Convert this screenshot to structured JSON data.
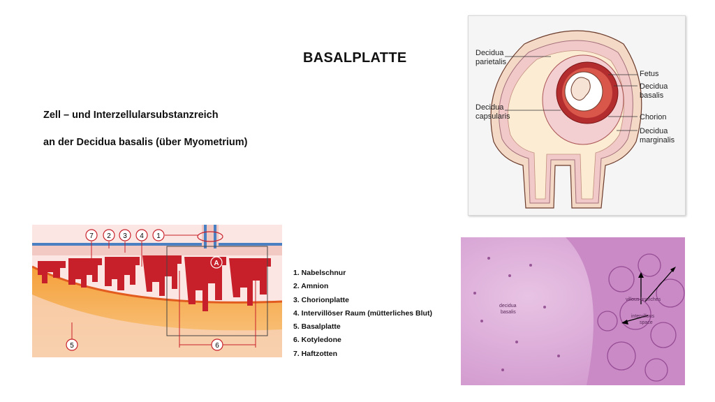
{
  "title": "BASALPLATTE",
  "description": {
    "line1": "Zell – und Interzellularsubstanzreich",
    "line2": "an der Decidua basalis (über Myometrium)"
  },
  "legend": [
    "1. Nabelschnur",
    "2. Amnion",
    "3. Chorionplatte",
    "4. Intervillöser Raum (mütterliches Blut)",
    "5. Basalplatte",
    "6. Kotyledone",
    "7. Haftzotten"
  ],
  "uterus_diagram": {
    "labels": {
      "decidua_parietalis_1": "Decidua",
      "decidua_parietalis_2": "parietalis",
      "decidua_capsularis_1": "Decidua",
      "decidua_capsularis_2": "capsularis",
      "fetus": "Fetus",
      "decidua_basalis_1": "Decidua",
      "decidua_basalis_2": "basalis",
      "chorion": "Chorion",
      "decidua_marginalis_1": "Decidua",
      "decidua_marginalis_2": "marginalis"
    }
  },
  "placenta_diagram": {
    "markers": [
      "7",
      "2",
      "3",
      "4",
      "1"
    ],
    "marker_a": "A",
    "marker_5": "5",
    "marker_6": "6"
  },
  "histology": {
    "label_decidua_1": "decidua",
    "label_decidua_2": "basalis",
    "label_villous": "villous branches",
    "label_intervillous_1": "intervillous",
    "label_intervillous_2": "space"
  },
  "colors": {
    "blood_red": "#c8202a",
    "myometrium_orange": "#f28a2a",
    "amnion_blue": "#4a7fc1",
    "histo_pink": "#d9a6d3"
  }
}
